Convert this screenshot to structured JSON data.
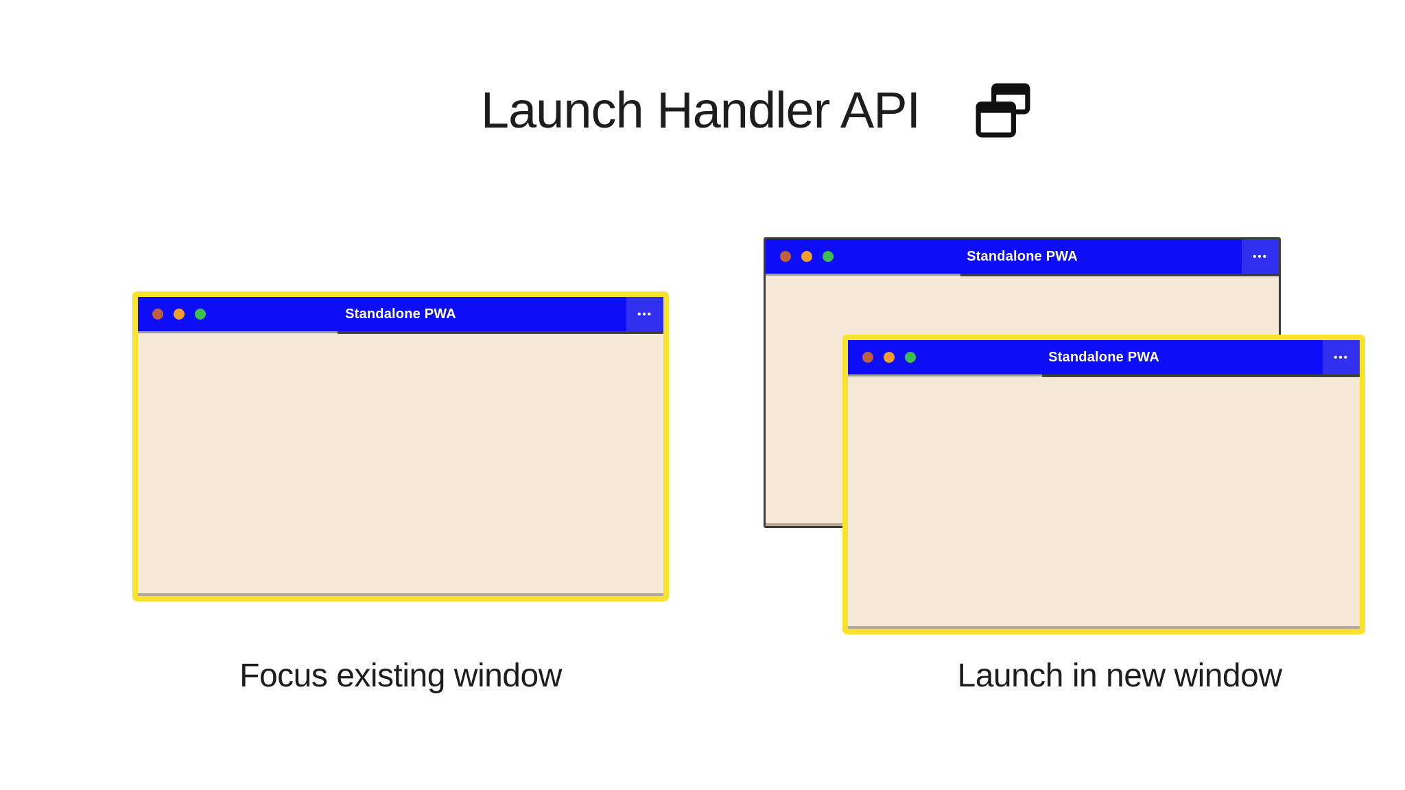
{
  "header": {
    "title": "Launch Handler API",
    "icon": "multi-window-icon"
  },
  "chrome": {
    "menu_glyph": "•••",
    "traffic_light_colors": {
      "red": "#c05f3e",
      "orange": "#f39d2f",
      "green": "#3cbf4e"
    }
  },
  "windows": {
    "focus_existing": {
      "title": "Standalone PWA",
      "border": "yellow-highlight"
    },
    "existing_back": {
      "title": "Standalone PWA",
      "border": "dark-gray"
    },
    "new_front": {
      "title": "Standalone PWA",
      "border": "yellow-highlight"
    }
  },
  "captions": {
    "left": "Focus existing window",
    "right": "Launch in new window"
  },
  "colors": {
    "titlebar_blue": "#0d0df7",
    "menu_panel_blue": "#3030ee",
    "content_cream": "#f6e8d7",
    "highlight_yellow": "#f7e32b",
    "back_border_gray": "#3b3b3b",
    "text_dark": "#1d1d1d"
  }
}
